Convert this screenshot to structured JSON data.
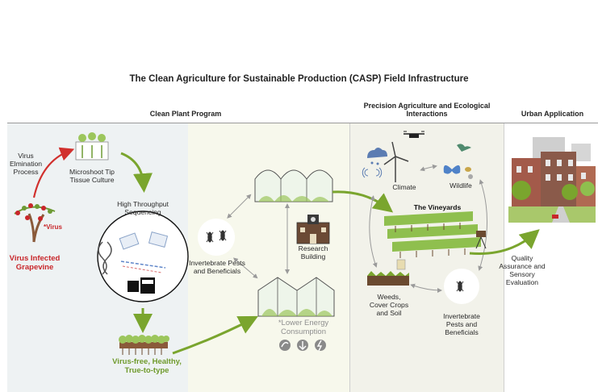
{
  "title": "The Clean Agriculture for Sustainable Production (CASP) Field Infrastructure",
  "sections": {
    "clean_plant": "Clean Plant Program",
    "precision": "Precision Agriculture and Ecological Interactions",
    "urban": "Urban Application"
  },
  "clean_plant_program": {
    "virus_elimination": "Virus Elmination Process",
    "microshoot": "Microshoot Tip Tissue Culture",
    "sequencing": "High Throughput Sequencing",
    "virus_marker": "*Virus",
    "infected": "Virus Infected Grapevine",
    "virus_free": "Virus-free, Healthy, True-to-type"
  },
  "research_hub": {
    "invertebrate": "Invertebrate Pests and Beneficials",
    "research_building": "Research Building",
    "lower_energy": "*Lower Energy Consumption"
  },
  "precision_agriculture": {
    "climate": "Climate",
    "wildlife": "Wildlife",
    "vineyards": "The Vineyards",
    "weeds": "Weeds, Cover Crops and Soil",
    "invertebrate": "Invertebrate Pests and Beneficials"
  },
  "urban_application": {
    "quality": "Quality Assurance and Sensory Evaluation"
  },
  "colors": {
    "green_arrow": "#7aa52e",
    "red_arrow": "#d1302d",
    "gray_arrow": "#9a9a9a",
    "panel_blue": "#eef2f3",
    "panel_cream": "#f7f8ec",
    "panel_beige": "#f2f2ea"
  },
  "icons": [
    "greenhouse-icon",
    "research-building-icon",
    "drone-icon",
    "wind-turbine-icon",
    "weather-icon",
    "bird-icon",
    "butterfly-icon",
    "bee-icon",
    "camera-icon",
    "insect-icon",
    "dna-icon",
    "sequencer-icon",
    "house-icon",
    "energy-icon"
  ]
}
